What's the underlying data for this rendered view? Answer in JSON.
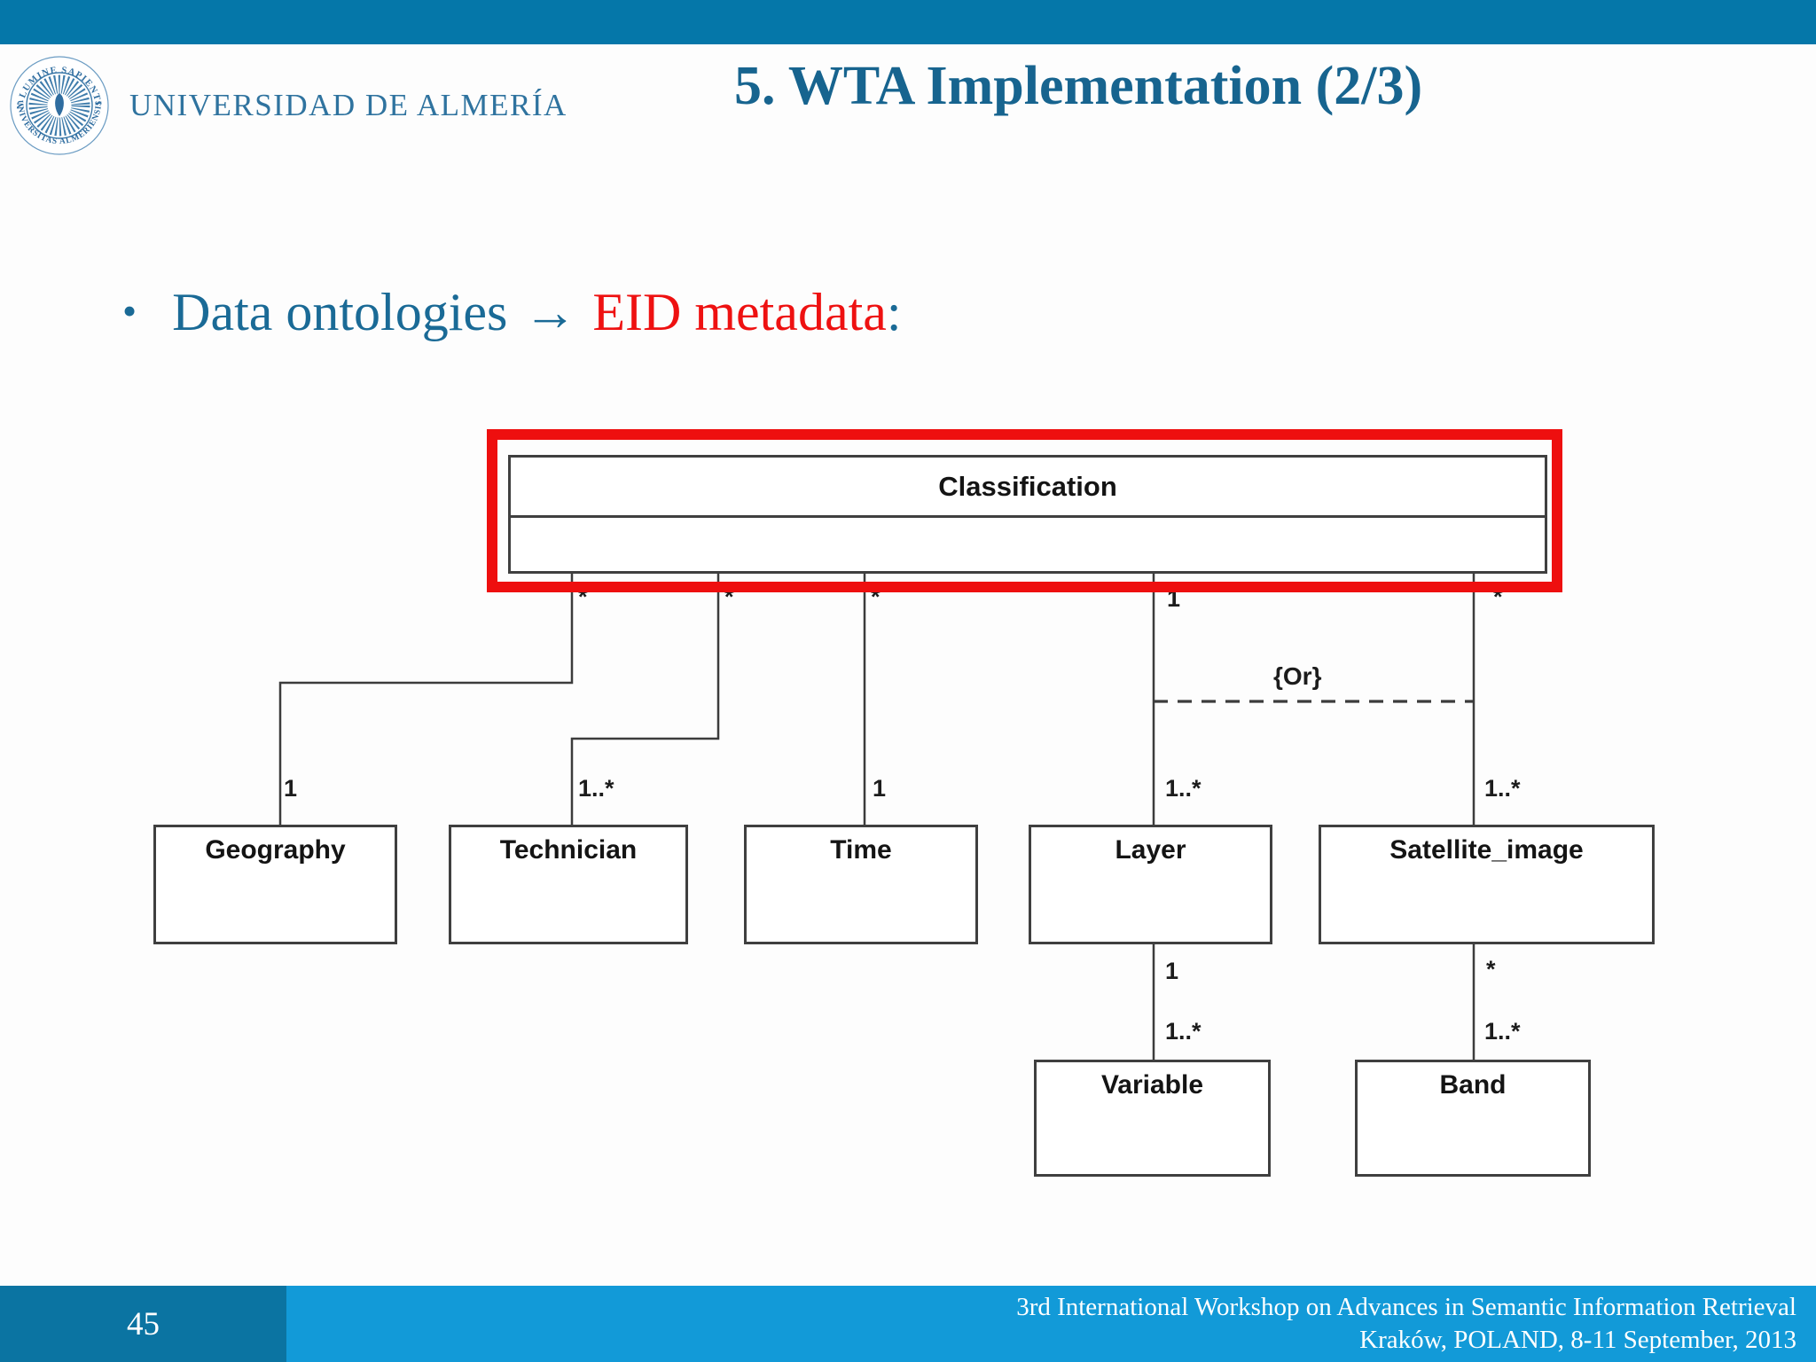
{
  "header": {
    "university_name": "UNIVERSIDAD DE ALMERÍA",
    "seal_text_top": "IN LUMINE SAPIENTIA",
    "seal_text_bottom": "UNIVERSITAS ALMERIENSIS",
    "title": "5. WTA Implementation (2/3)"
  },
  "bullet": {
    "marker": "•",
    "lead": "Data ontologies",
    "arrow": "→",
    "highlight": "EID metadata",
    "trail": ":"
  },
  "diagram": {
    "classes": [
      "Classification",
      "Geography",
      "Technician",
      "Time",
      "Layer",
      "Satellite_image",
      "Variable",
      "Band"
    ],
    "multiplicities": [
      "*",
      "*",
      "*",
      "1",
      "*",
      "1",
      "1..*",
      "1",
      "1..*",
      "1..*",
      "1",
      "1..*",
      "*",
      "1..*"
    ],
    "or_constraint": "{Or}"
  },
  "footer": {
    "page_number": "45",
    "line1": "3rd International Workshop on Advances in Semantic Information Retrieval",
    "line2": "Kraków, POLAND, 8-11 September, 2013"
  },
  "colors": {
    "top_bar": "#0577a9",
    "footer_left": "#0b74a2",
    "footer_right": "#129ad8",
    "title_blue": "#17648f",
    "body_blue": "#1a6a96",
    "accent_red": "#ee1111",
    "highlight_rect_red": "#ee0f0f",
    "diagram_line": "#3c3c3c",
    "university_text": "#2f739f"
  }
}
